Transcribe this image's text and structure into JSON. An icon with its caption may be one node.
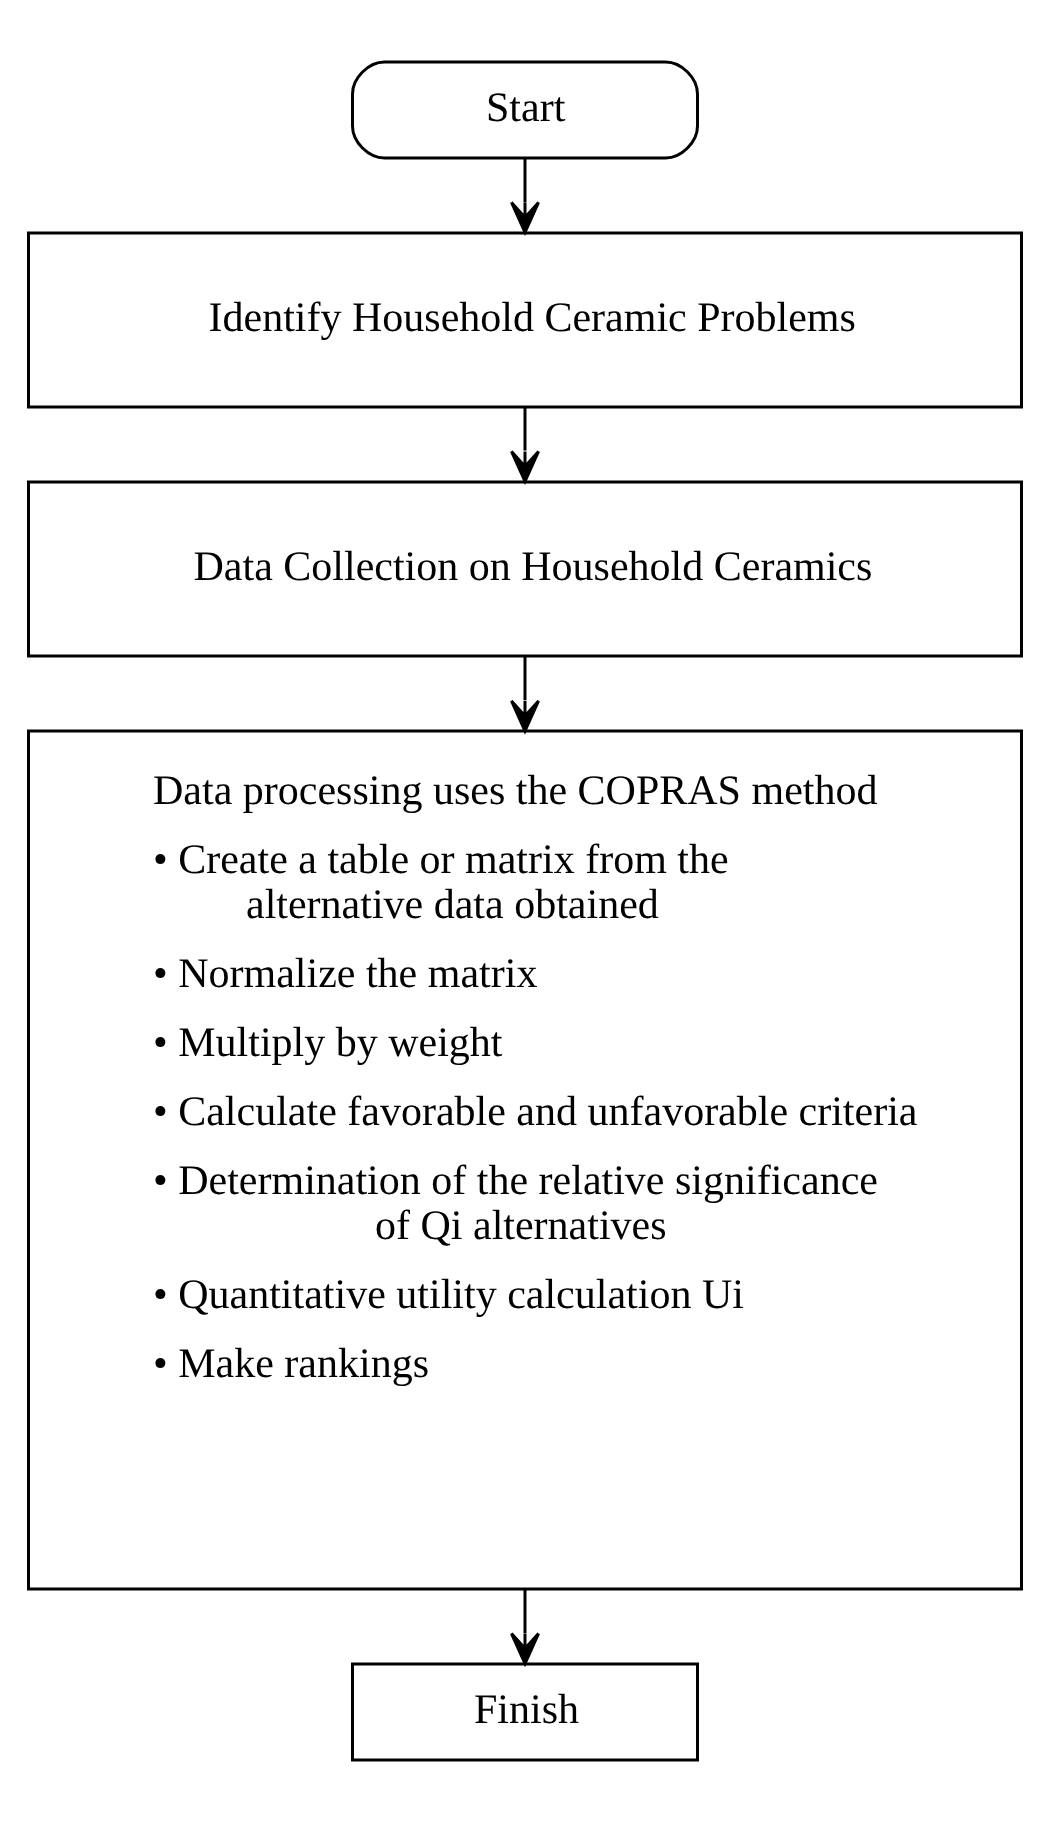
{
  "diagram": {
    "nodes": [
      {
        "text": [
          "Start"
        ]
      },
      {
        "text": [
          "Identify Household Ceramic Problems"
        ]
      },
      {
        "text": [
          "Data Collection on Household Ceramics"
        ]
      },
      {
        "text": [
          "Data processing uses the COPRAS method",
          "• Create a table or matrix from the alternative data obtained",
          "• Normalize the matrix",
          "• Multiply by weight",
          "• Calculate favorable and unfavorable criteria",
          "• Determination of the relative significance of Qi alternatives",
          "• Quantitative utility calculation Ui",
          "• Make rankings"
        ]
      },
      {
        "text": [
          "Finish"
        ]
      }
    ],
    "edges": [
      {
        "from": 0,
        "to": 1,
        "arrow": "to"
      },
      {
        "from": 1,
        "to": 2,
        "arrow": "to"
      },
      {
        "from": 2,
        "to": 3,
        "arrow": "to"
      },
      {
        "from": 3,
        "to": 4,
        "arrow": "to"
      }
    ]
  }
}
